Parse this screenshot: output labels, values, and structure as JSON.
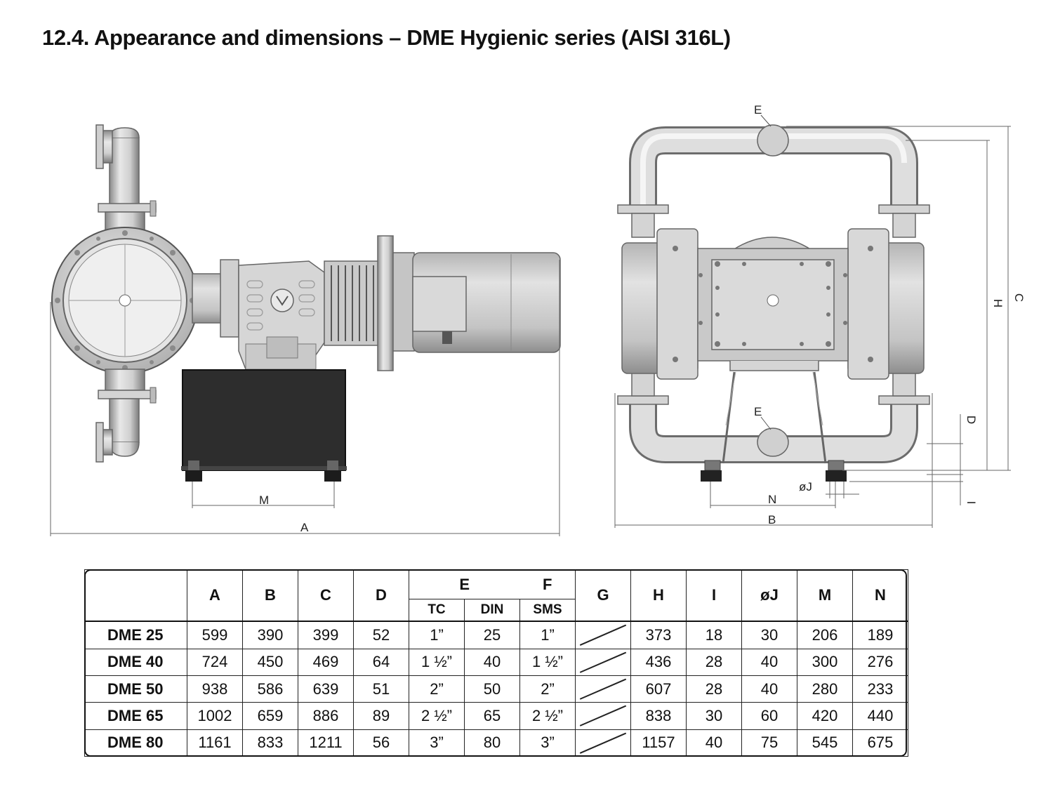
{
  "title": "12.4. Appearance and dimensions – DME Hygienic series (AISI 316L)",
  "drawing_labels": {
    "side": {
      "M": "M",
      "A": "A"
    },
    "front": {
      "E_top": "E",
      "E_bottom": "E",
      "N": "N",
      "B": "B",
      "oJ": "øJ",
      "H": "H",
      "C": "C",
      "D": "D",
      "I": "I"
    }
  },
  "table": {
    "headers": [
      "",
      "A",
      "B",
      "C",
      "D",
      "E",
      "F",
      "G",
      "H",
      "I",
      "øJ",
      "M",
      "N"
    ],
    "subheaders": [
      "TC",
      "DIN",
      "SMS"
    ],
    "rows": [
      {
        "model": "DME 25",
        "A": "599",
        "B": "390",
        "C": "399",
        "D": "52",
        "TC": "1”",
        "DIN": "25",
        "SMS": "1”",
        "H": "373",
        "I": "18",
        "J": "30",
        "M": "206",
        "N": "189"
      },
      {
        "model": "DME 40",
        "A": "724",
        "B": "450",
        "C": "469",
        "D": "64",
        "TC": "1 ½”",
        "DIN": "40",
        "SMS": "1 ½”",
        "H": "436",
        "I": "28",
        "J": "40",
        "M": "300",
        "N": "276"
      },
      {
        "model": "DME 50",
        "A": "938",
        "B": "586",
        "C": "639",
        "D": "51",
        "TC": "2”",
        "DIN": "50",
        "SMS": "2”",
        "H": "607",
        "I": "28",
        "J": "40",
        "M": "280",
        "N": "233"
      },
      {
        "model": "DME 65",
        "A": "1002",
        "B": "659",
        "C": "886",
        "D": "89",
        "TC": "2 ½”",
        "DIN": "65",
        "SMS": "2 ½”",
        "H": "838",
        "I": "30",
        "J": "60",
        "M": "420",
        "N": "440"
      },
      {
        "model": "DME 80",
        "A": "1161",
        "B": "833",
        "C": "1211",
        "D": "56",
        "TC": "3”",
        "DIN": "80",
        "SMS": "3”",
        "H": "1157",
        "I": "40",
        "J": "75",
        "M": "545",
        "N": "675"
      }
    ]
  }
}
